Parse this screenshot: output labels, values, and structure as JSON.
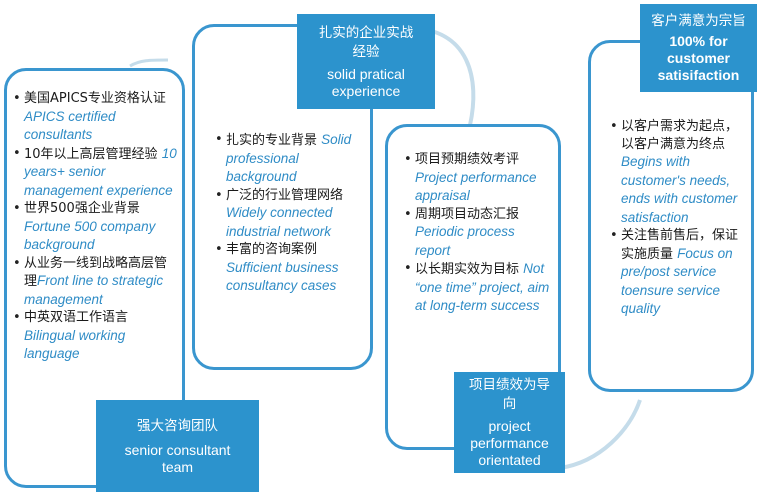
{
  "colors": {
    "accent": "#2c93cd",
    "border": "#3a96cf",
    "english_text": "#2f8cc6",
    "connector": "#c5dcea"
  },
  "cards": [
    {
      "header_cn": "强大咨询团队",
      "header_en": "senior consultant team",
      "items": [
        {
          "cn": "美国APICS专业资格认证",
          "en": "APICS certified consultants"
        },
        {
          "cn": "10年以上高层管理经验",
          "en": "10 years+ senior management experience"
        },
        {
          "cn": "世界500强企业背景",
          "en": "Fortune 500 company background"
        },
        {
          "cn": "从业务一线到战略高层管理",
          "en": "Front line to strategic management"
        },
        {
          "cn": "中英双语工作语言",
          "en": "Bilingual working language"
        }
      ]
    },
    {
      "header_cn": "扎实的企业实战经验",
      "header_en": "solid pratical experience",
      "items": [
        {
          "cn": "扎实的专业背景",
          "en": "Solid professional background"
        },
        {
          "cn": "广泛的行业管理网络",
          "en": "Widely connected industrial network"
        },
        {
          "cn": "丰富的咨询案例",
          "en": "Sufficient business consultancy cases"
        }
      ]
    },
    {
      "header_cn": "项目绩效为导向",
      "header_en": "project performance orientated",
      "items": [
        {
          "cn": "项目预期绩效考评",
          "en": "Project performance appraisal"
        },
        {
          "cn": "周期项目动态汇报",
          "en": "Periodic process report"
        },
        {
          "cn": "以长期实效为目标",
          "en": "Not “one time” project, aim at long-term success"
        }
      ]
    },
    {
      "header_cn": "客户满意为宗旨",
      "header_en": "100% for customer satisifaction",
      "items": [
        {
          "cn": "以客户需求为起点，以客户满意为终点",
          "en": "Begins with customer's needs, ends with customer satisfaction"
        },
        {
          "cn": "关注售前售后，保证实施质量",
          "en": "Focus on pre/post service toensure service quality"
        }
      ]
    }
  ]
}
